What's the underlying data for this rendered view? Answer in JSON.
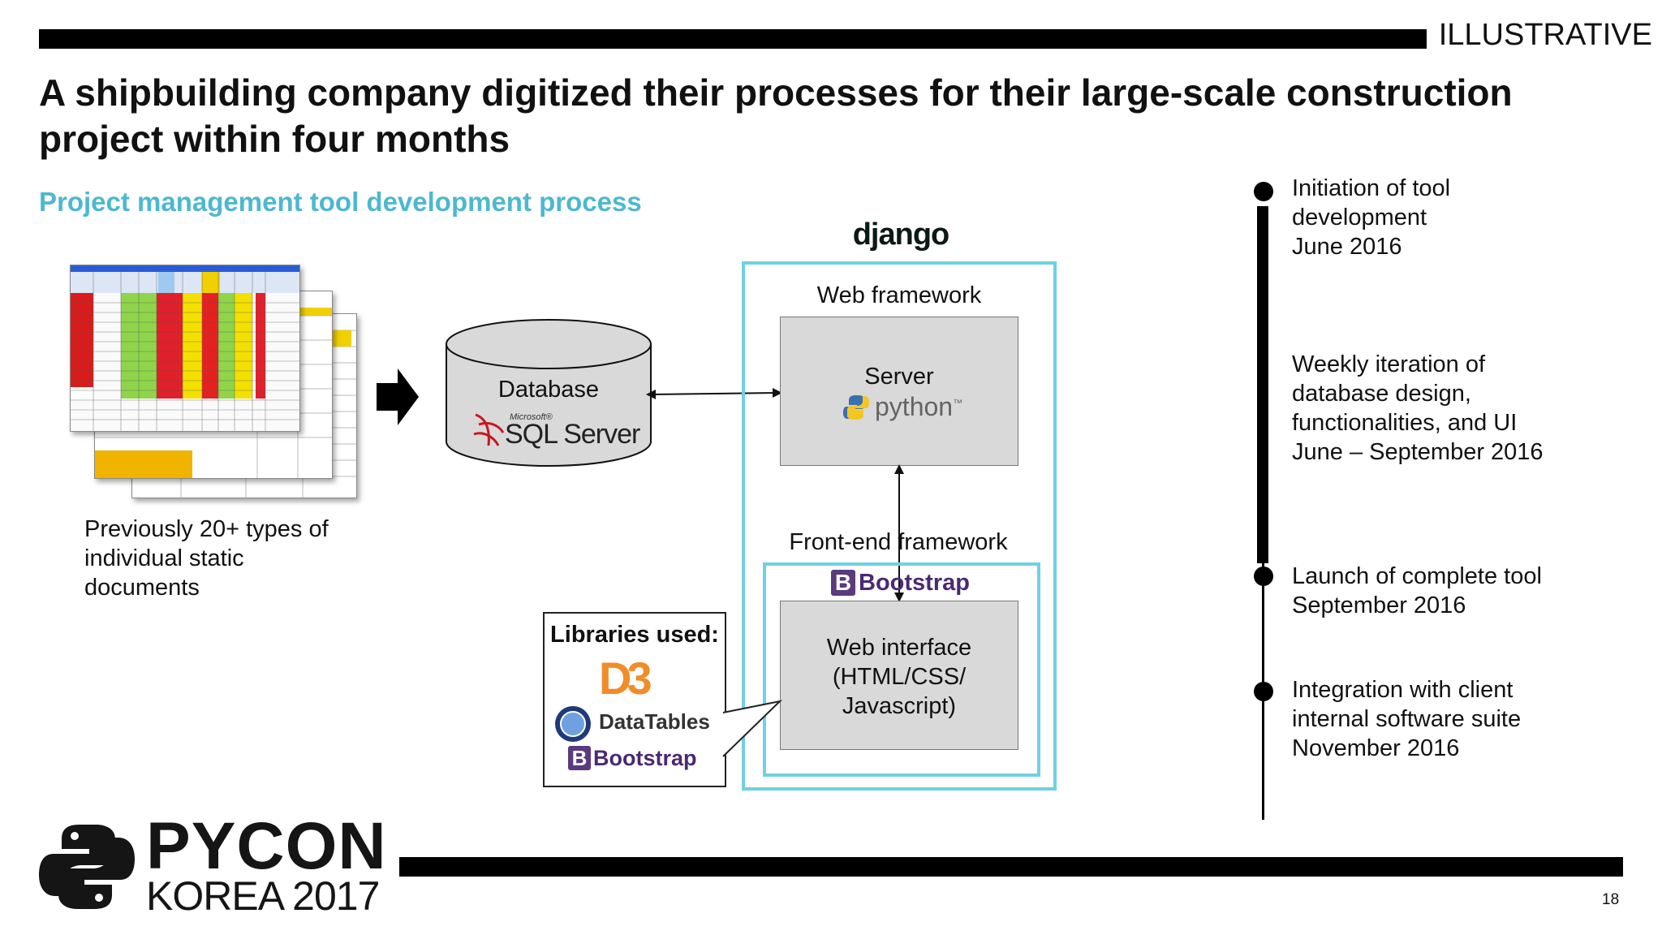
{
  "header": {
    "tag": "ILLUSTRATIVE",
    "title": "A shipbuilding company digitized their processes for their large-scale construction project within four months",
    "subtitle": "Project management tool development process"
  },
  "documents": {
    "caption": "Previously 20+ types of individual static documents"
  },
  "database": {
    "label": "Database",
    "logo_small": "Microsoft®",
    "logo_main": "SQL Server"
  },
  "django": {
    "logo": "django",
    "web_framework_label": "Web framework",
    "server_label": "Server",
    "python_logo": "python",
    "python_tm": "™",
    "frontend_label": "Front-end framework",
    "bootstrap_letter": "B",
    "bootstrap_name": "Bootstrap",
    "web_interface": [
      "Web interface",
      "(HTML/CSS/",
      "Javascript)"
    ]
  },
  "libraries": {
    "title": "Libraries used:",
    "d3": "D3",
    "datatables": "DataTables",
    "bootstrap_letter": "B",
    "bootstrap_name": "Bootstrap"
  },
  "timeline": [
    {
      "lines": [
        "Initiation of tool",
        "development",
        "June 2016"
      ]
    },
    {
      "lines": [
        "Weekly iteration of",
        "database design,",
        "functionalities, and UI",
        "June – September 2016"
      ]
    },
    {
      "lines": [
        "Launch of complete tool",
        "September 2016"
      ]
    },
    {
      "lines": [
        "Integration with client",
        "internal software suite",
        "November 2016"
      ]
    }
  ],
  "footer": {
    "logo_top": "PYCON",
    "logo_bottom": "KOREA 2017",
    "page_number": "18"
  },
  "colors": {
    "accent": "#4db8cf",
    "box_border": "#6fd1e4",
    "box_fill": "#d9d9d9",
    "bootstrap": "#5b3a7e",
    "d3": "#f28c28"
  }
}
